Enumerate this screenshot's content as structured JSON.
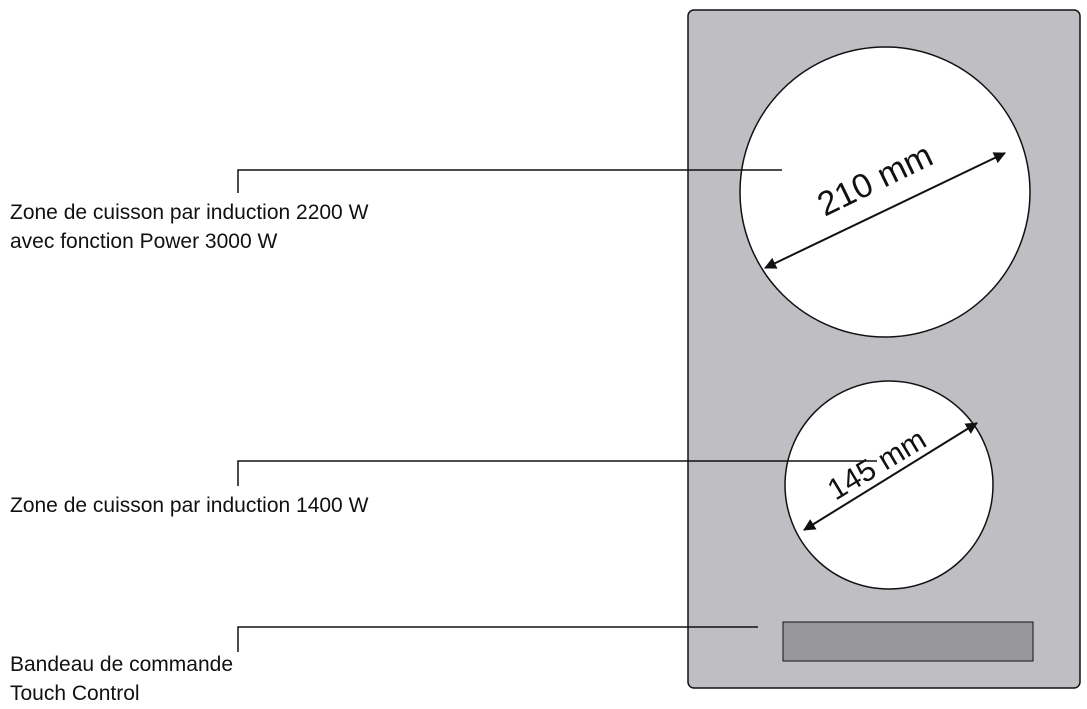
{
  "labels": {
    "large_zone": [
      "Zone de cuisson par induction 2200 W",
      "avec fonction Power 3000 W"
    ],
    "small_zone": [
      "Zone de cuisson par induction 1400 W"
    ],
    "control_panel": [
      "Bandeau de commande",
      "Touch Control"
    ]
  },
  "dimensions": {
    "large_zone": "210 mm",
    "small_zone": "145 mm"
  },
  "colors": {
    "cooktop": "#bfbfc3",
    "zone": "#ffffff",
    "control_panel": "#98989c",
    "line": "#111111"
  }
}
